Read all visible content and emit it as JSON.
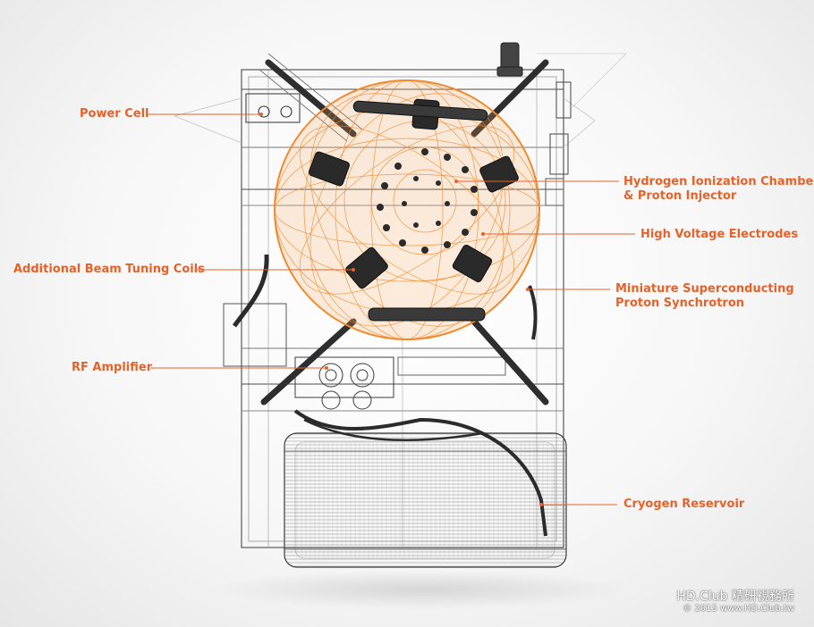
{
  "labels": {
    "power_cell": "Power Cell",
    "hydrogen_line1": "Hydrogen Ionization Chamber",
    "hydrogen_line2": "& Proton Injector",
    "high_voltage": "High Voltage Electrodes",
    "beam_tuning": "Additional Beam Tuning Coils",
    "synchrotron_line1": "Miniature Superconducting",
    "synchrotron_line2": "Proton Synchrotron",
    "rf_amplifier": "RF Amplifier",
    "cryogen": "Cryogen Reservoir"
  },
  "watermark": {
    "line1": "HD.Club 精研視務所",
    "line2": "© 2015  www.HD.Club.tw"
  },
  "colors": {
    "accent": "#e5622a",
    "sphere": "#f0923a",
    "wireframe": "#3a3a3a"
  }
}
